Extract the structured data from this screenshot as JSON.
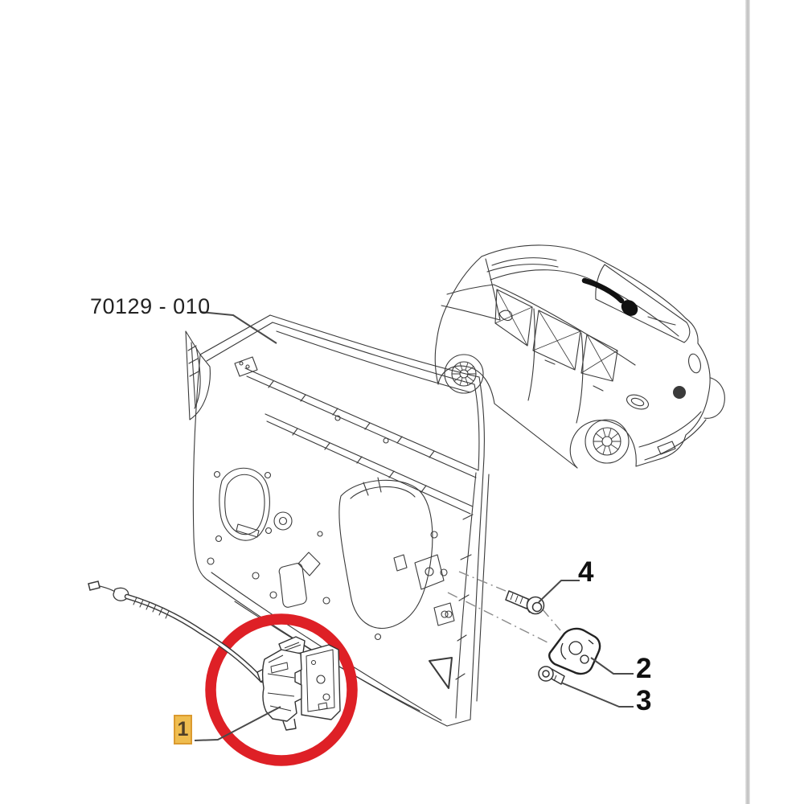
{
  "diagram": {
    "type": "exploded-parts-illustration",
    "subject": "front-door-lock-and-striker",
    "part_number_label": "70129 - 010",
    "callouts": [
      {
        "number": "1",
        "part": "door-lock-actuator-with-cable",
        "highlighted": true
      },
      {
        "number": "2",
        "part": "door-lock-striker",
        "highlighted": false
      },
      {
        "number": "3",
        "part": "striker-screw",
        "highlighted": false
      },
      {
        "number": "4",
        "part": "lock-fixing-bolt",
        "highlighted": false
      }
    ],
    "annotations": {
      "highlight_circle": "red-circle-around-lock-actuator",
      "location_arrow": "black-arrow-on-roof-pointing-to-front-door"
    },
    "colors": {
      "background": "#ffffff",
      "line_art": "#3a3a3a",
      "highlight_red": "#de2026",
      "highlight_box_fill": "#efbd4f",
      "highlight_box_border": "#db9a2f",
      "callout_text": "#101010",
      "page_divider": "#c6c6c6"
    }
  }
}
